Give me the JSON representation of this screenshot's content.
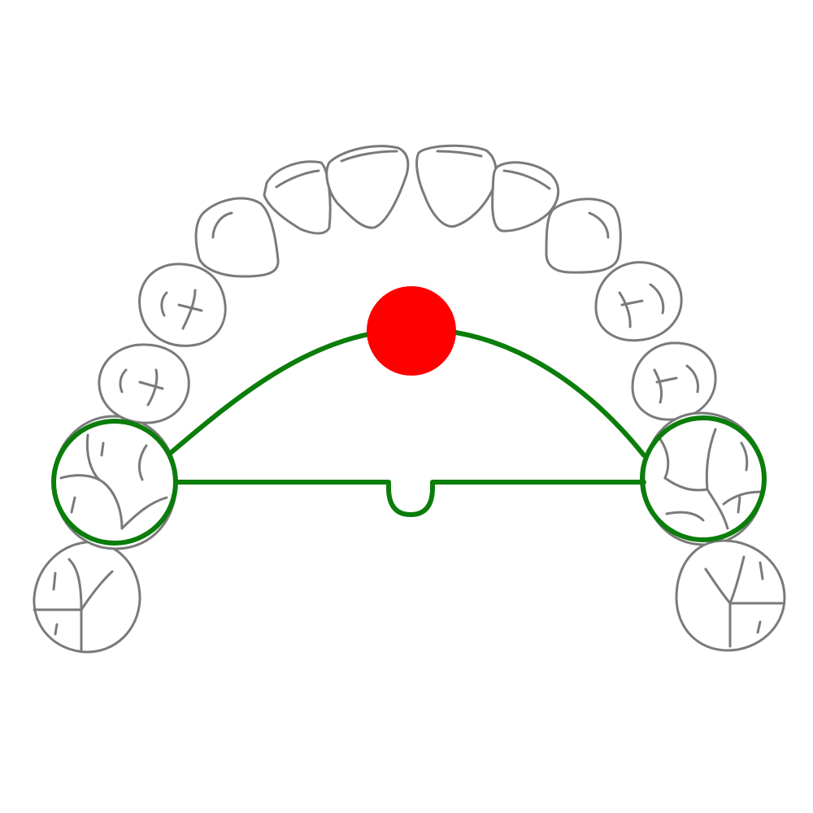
{
  "diagram": {
    "type": "dental-arch-appliance",
    "arch": "upper",
    "colors": {
      "background": "#ffffff",
      "tooth_outline": "#7a7a7a",
      "appliance": "#0a7d0a",
      "marker": "#ff0000"
    },
    "teeth": [
      {
        "id": "left-second-molar",
        "kind": "molar"
      },
      {
        "id": "left-first-molar",
        "kind": "molar",
        "banded": true
      },
      {
        "id": "left-second-premolar",
        "kind": "premolar"
      },
      {
        "id": "left-first-premolar",
        "kind": "premolar"
      },
      {
        "id": "left-canine",
        "kind": "canine"
      },
      {
        "id": "left-lateral-incisor",
        "kind": "incisor"
      },
      {
        "id": "left-central-incisor",
        "kind": "incisor"
      },
      {
        "id": "right-central-incisor",
        "kind": "incisor"
      },
      {
        "id": "right-lateral-incisor",
        "kind": "incisor"
      },
      {
        "id": "right-canine",
        "kind": "canine"
      },
      {
        "id": "right-first-premolar",
        "kind": "premolar"
      },
      {
        "id": "right-second-premolar",
        "kind": "premolar"
      },
      {
        "id": "right-first-molar",
        "kind": "molar",
        "banded": true
      },
      {
        "id": "right-second-molar",
        "kind": "molar"
      }
    ],
    "appliance": {
      "kind": "transpalatal-arch-with-palatal-wire",
      "omega_loop": true,
      "bands_on": [
        "left-first-molar",
        "right-first-molar"
      ]
    },
    "marker": {
      "kind": "filled-circle",
      "placement": "palate-anterior"
    }
  }
}
